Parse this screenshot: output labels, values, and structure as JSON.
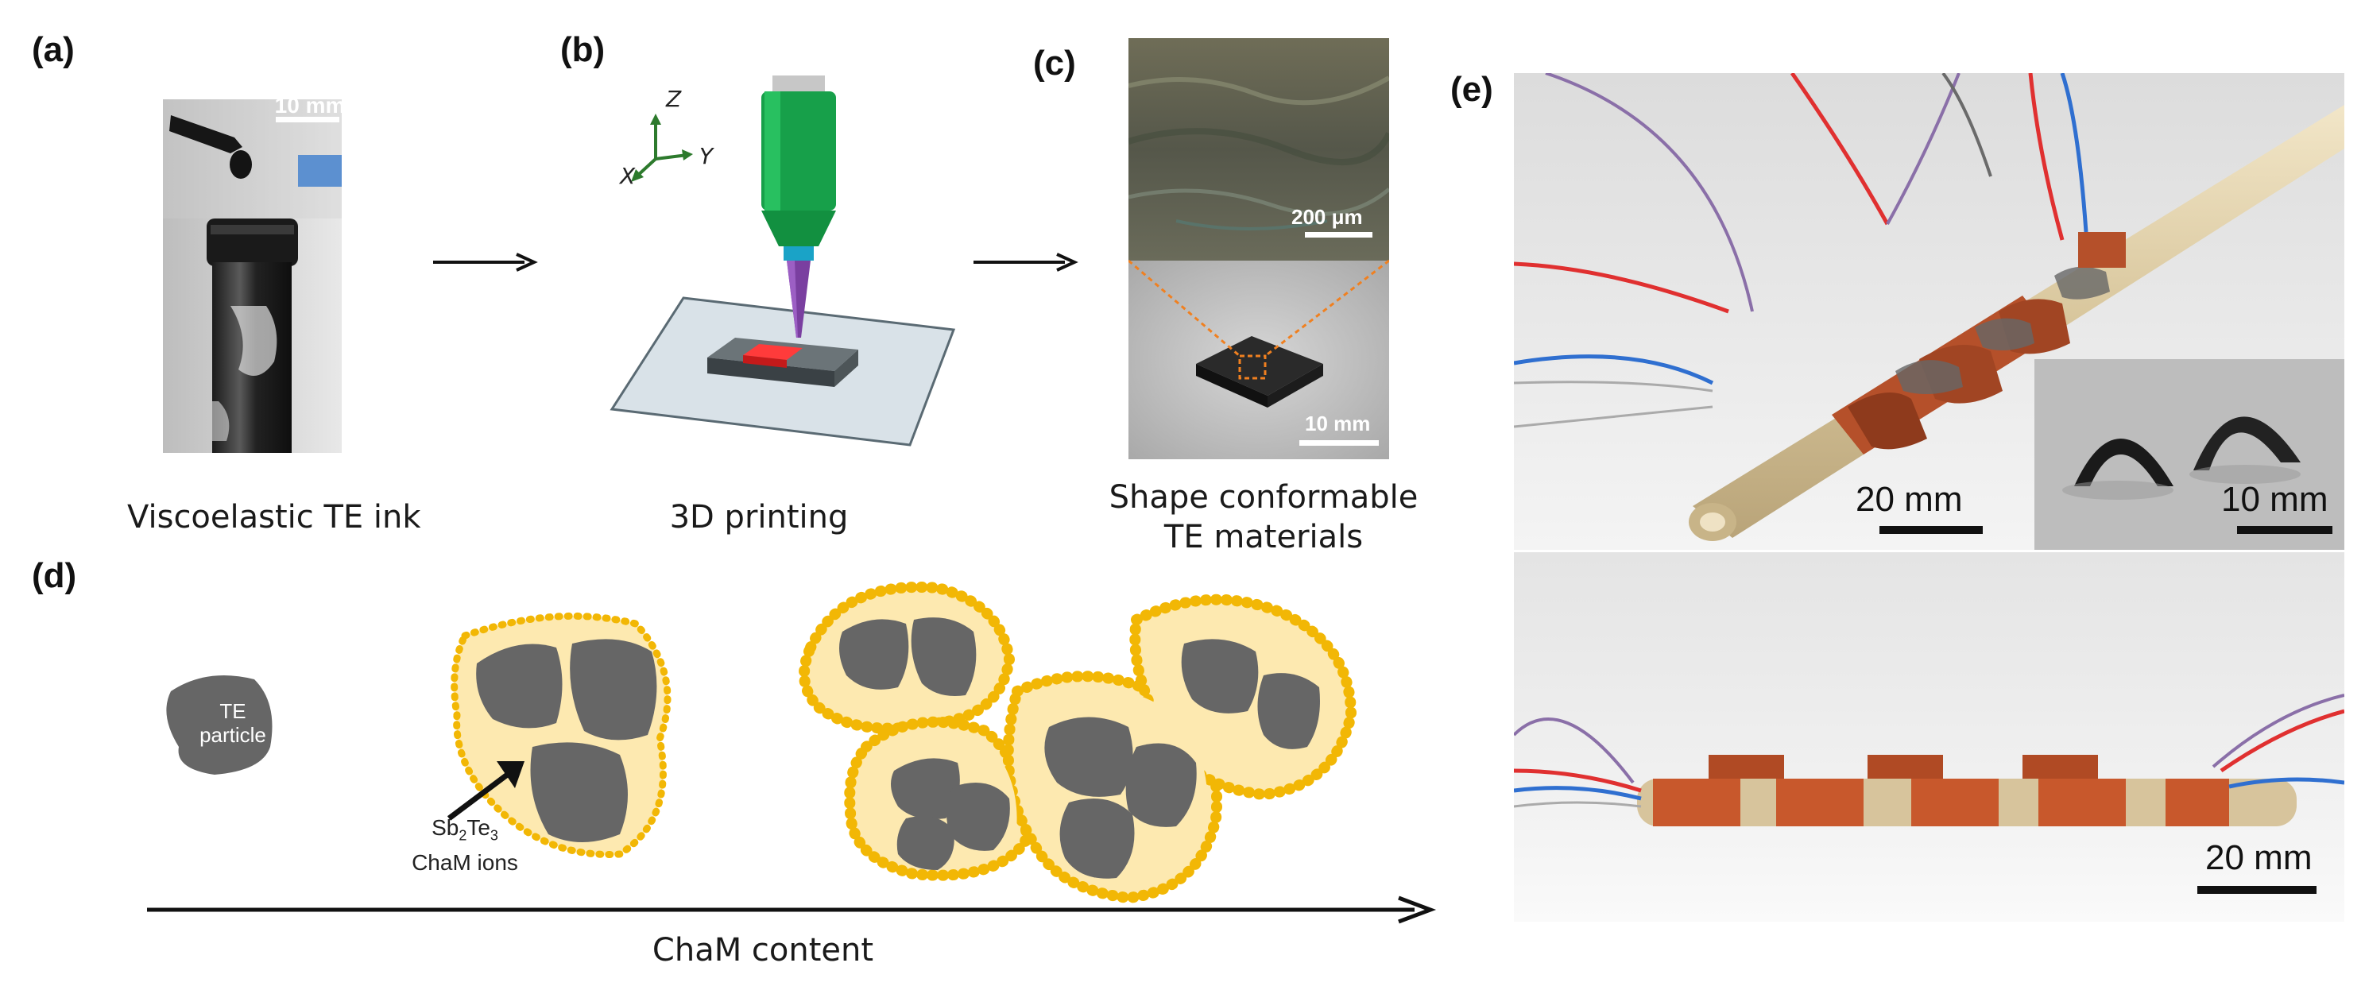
{
  "panels": {
    "a": {
      "label": "(a)",
      "caption": "Viscoelastic TE ink",
      "scale": "10 mm"
    },
    "b": {
      "label": "(b)",
      "caption": "3D printing",
      "axes": {
        "z": "Z",
        "x": "X",
        "y": "Y"
      }
    },
    "c": {
      "label": "(c)",
      "caption_line1": "Shape conformable",
      "caption_line2": "TE materials",
      "scale_top": "200 μm",
      "scale_bottom": "10 mm"
    },
    "d": {
      "label": "(d)",
      "particle_line1": "TE",
      "particle_line2": "particle",
      "ions_line1_sb": "Sb",
      "ions_line1_sub1": "2",
      "ions_line1_te": "Te",
      "ions_line1_sub2": "3",
      "ions_line2": "ChaM ions",
      "axis_label": "ChaM content"
    },
    "e": {
      "label": "(e)",
      "scale_top": "20 mm",
      "scale_inset": "10 mm",
      "scale_bottom": "20 mm"
    }
  },
  "colors": {
    "particle": "#666666",
    "chaM_fill": "#fde9b0",
    "chaM_dots": "#f2b705",
    "nozzle_green": "#17a04a",
    "nozzle_purple": "#7a3fa0",
    "print_red": "#ff2a2a",
    "arrow": "#111111"
  }
}
